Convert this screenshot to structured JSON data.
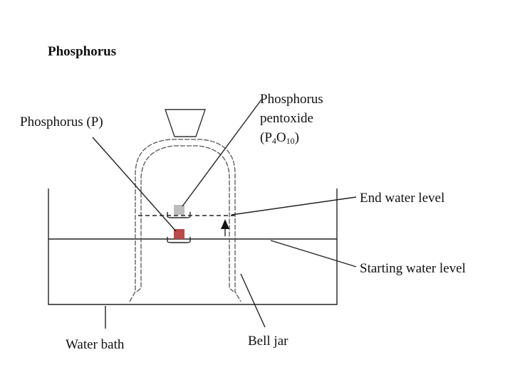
{
  "title": "Phosphorus",
  "labels": {
    "phosphorus": "Phosphorus (P)",
    "pentoxide_line1": "Phosphorus",
    "pentoxide_line2": "pentoxide",
    "pentoxide_formula_open": "(P",
    "pentoxide_sub1": "4",
    "pentoxide_formula_mid": "O",
    "pentoxide_sub2": "10",
    "pentoxide_formula_close": ")",
    "end_water_level": "End water level",
    "starting_water_level": "Starting water level",
    "water_bath": "Water bath",
    "bell_jar": "Bell jar"
  },
  "colors": {
    "phosphorus_block": "#b84a4a",
    "pentoxide_block": "#bdbdbd",
    "line": "#222222",
    "jar_outline": "#555555"
  }
}
